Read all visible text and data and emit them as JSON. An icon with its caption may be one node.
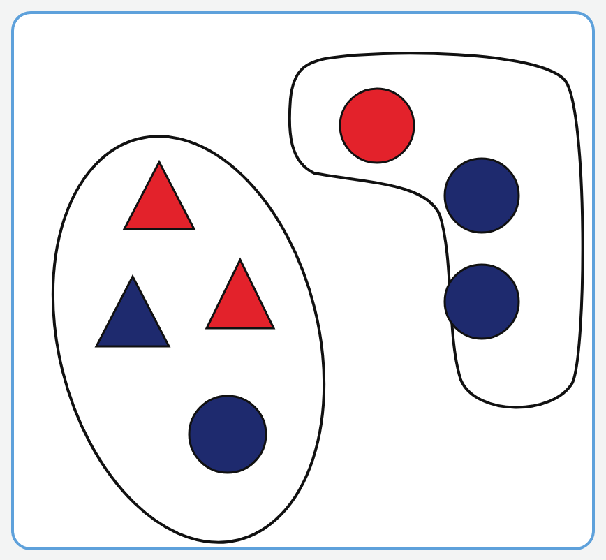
{
  "diagram": {
    "nodes": [
      {
        "text": [],
        "shape": "ellipse"
      },
      {
        "text": [],
        "shape": "triangle",
        "in": 0
      },
      {
        "text": [],
        "shape": "triangle",
        "in": 0
      },
      {
        "text": [],
        "shape": "triangle",
        "in": 0
      },
      {
        "text": [],
        "shape": "circle",
        "in": 0
      },
      {
        "text": [],
        "shape": "blob"
      },
      {
        "text": [],
        "shape": "circle",
        "in": 5
      },
      {
        "text": [],
        "shape": "circle",
        "in": 5
      },
      {
        "text": [],
        "shape": "circle",
        "in": 5
      }
    ]
  }
}
